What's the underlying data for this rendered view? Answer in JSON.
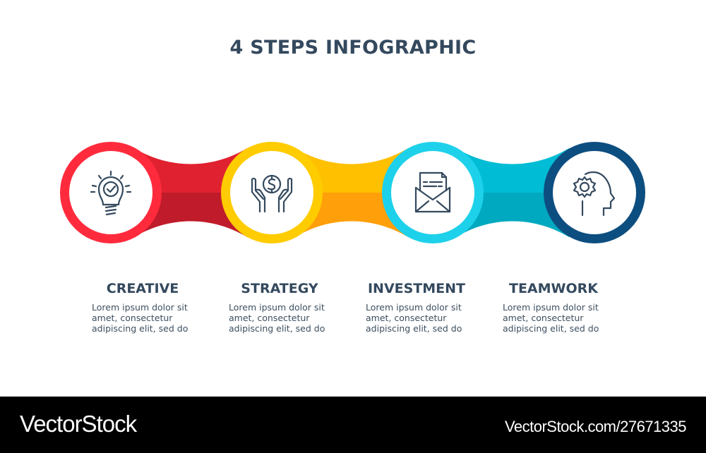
{
  "title": "4 STEPS INFOGRAPHIC",
  "colors": {
    "text": "#34495e",
    "step1": "#ff2b3d",
    "step1_dark": "#c01b2a",
    "step2": "#ffcc00",
    "step2_dark": "#ff9f0a",
    "step3": "#1ed1ea",
    "step3_dark": "#00a9c0",
    "step4": "#0d4e80"
  },
  "steps": [
    {
      "title": "CREATIVE",
      "text": "Lorem ipsum dolor sit amet, consectetur adipiscing elit, sed do",
      "icon": "lightbulb-check-icon"
    },
    {
      "title": "STRATEGY",
      "text": "Lorem ipsum dolor sit amet, consectetur adipiscing elit, sed do",
      "icon": "hands-dollar-icon"
    },
    {
      "title": "INVESTMENT",
      "text": "Lorem ipsum dolor sit amet, consectetur adipiscing elit, sed do",
      "icon": "envelope-document-icon"
    },
    {
      "title": "TEAMWORK",
      "text": "Lorem ipsum dolor sit amet, consectetur adipiscing elit, sed do",
      "icon": "head-gear-icon"
    }
  ],
  "footer": {
    "brand": "VectorStock",
    "reference": "VectorStock.com/27671335"
  }
}
